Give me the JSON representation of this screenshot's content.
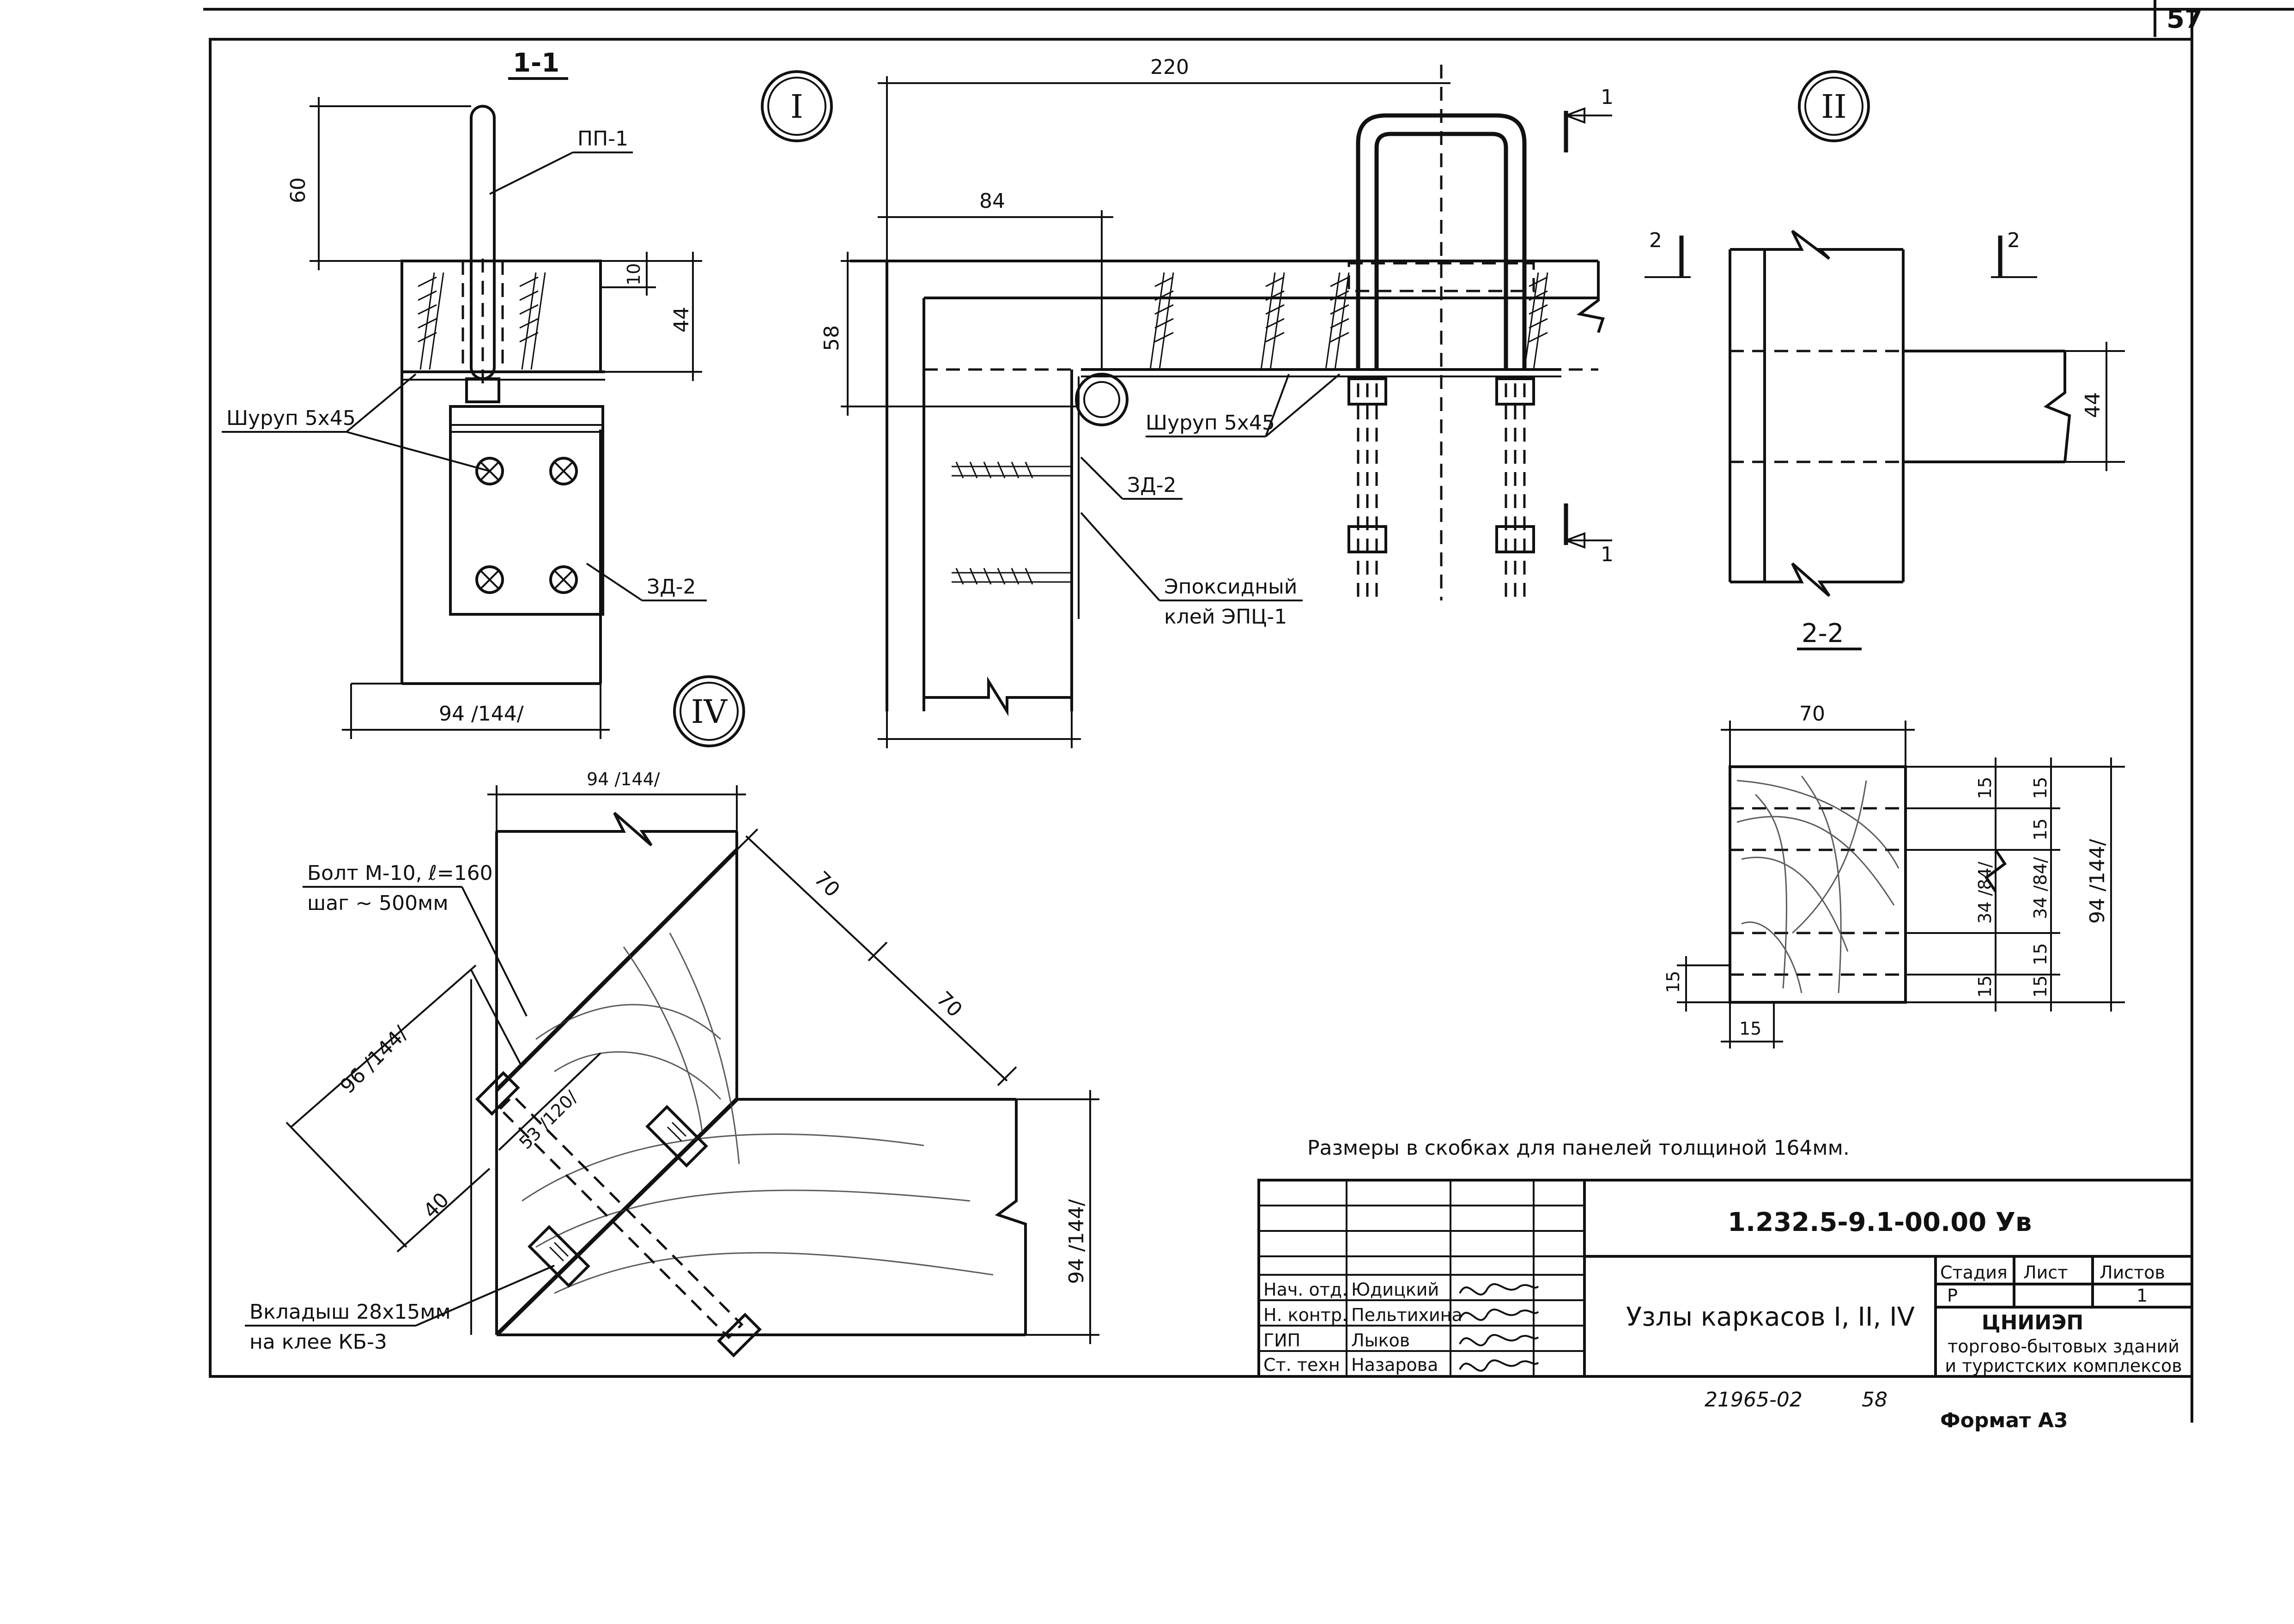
{
  "sheet_number": "57",
  "views": {
    "node1": {
      "roman": "I",
      "section_title": "1-1"
    },
    "node2": {
      "roman": "II",
      "section_title": "2-2"
    },
    "node4": {
      "roman": "IV"
    }
  },
  "labels": {
    "pp1": "ПП-1",
    "screw": "Шуруп 5x45",
    "zd2": "ЗД-2",
    "epoxy_line1": "Эпоксидный",
    "epoxy_line2": "клей ЭПЦ-1",
    "bolt_line1": "Болт М-10, ℓ=160",
    "bolt_line2": "шаг ~ 500мм",
    "insert_line1": "Вкладыш 28x15мм",
    "insert_line2": "на клее КБ-3",
    "section_mark_1": "1",
    "section_mark_2": "2"
  },
  "dimensions": {
    "d60": "60",
    "d10": "10",
    "d44": "44",
    "d94_144": "94 /144/",
    "d220": "220",
    "d84": "84",
    "d58": "58",
    "d70": "70",
    "d15": "15",
    "d34_84": "34 /84/",
    "d96_144": "96 /144/",
    "d53_120": "53 /120/",
    "d40": "40"
  },
  "note": "Размеры в скобках для панелей толщиной 164мм.",
  "title_block": {
    "code": "1.232.5-9.1-00.00 Ув",
    "roles": [
      {
        "role": "Нач. отд.",
        "name": "Юдицкий"
      },
      {
        "role": "Н. контр.",
        "name": "Пельтихина"
      },
      {
        "role": "ГИП",
        "name": "Лыков"
      },
      {
        "role": "Ст. техн",
        "name": "Назарова"
      }
    ],
    "title": "Узлы каркасов I, II, IV",
    "stage_header": "Стадия",
    "sheet_header": "Лист",
    "sheets_header": "Листов",
    "stage_value": "Р",
    "sheet_value": "",
    "sheets_value": "1",
    "org_line1": "ЦНИИЭП",
    "org_line2": "торгово-бытовых зданий",
    "org_line3": "и туристских комплексов"
  },
  "footer": {
    "inventory": "21965-02",
    "page": "58",
    "format": "Формат А3"
  }
}
